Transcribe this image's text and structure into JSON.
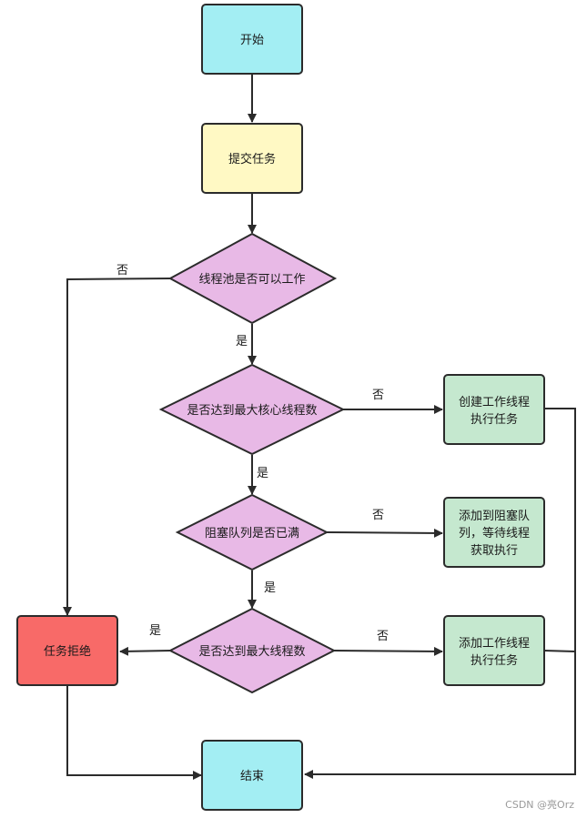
{
  "colors": {
    "terminal": "#a3eef3",
    "process_yellow": "#fff9c4",
    "decision": "#e8b9e6",
    "action_green": "#c5e8cf",
    "reject": "#f86a68",
    "line": "#2b2b2b"
  },
  "nodes": {
    "start": "开始",
    "submit": "提交任务",
    "pool_running": "线程池是否可以工作",
    "core_reached": "是否达到最大核心线程数",
    "queue_full": "阻塞队列是否已满",
    "max_reached": "是否达到最大线程数",
    "create_worker": [
      "创建工作线程",
      "执行任务"
    ],
    "enqueue": [
      "添加到阻塞队",
      "列，等待线程",
      "获取执行"
    ],
    "add_worker": [
      "添加工作线程",
      "执行任务"
    ],
    "reject": "任务拒绝",
    "end": "结束"
  },
  "edge_labels": {
    "pool_no": "否",
    "pool_yes": "是",
    "core_no": "否",
    "core_yes": "是",
    "queue_no": "否",
    "queue_yes": "是",
    "max_yes": "是",
    "max_no": "否"
  },
  "watermark": "CSDN @亮Orz"
}
